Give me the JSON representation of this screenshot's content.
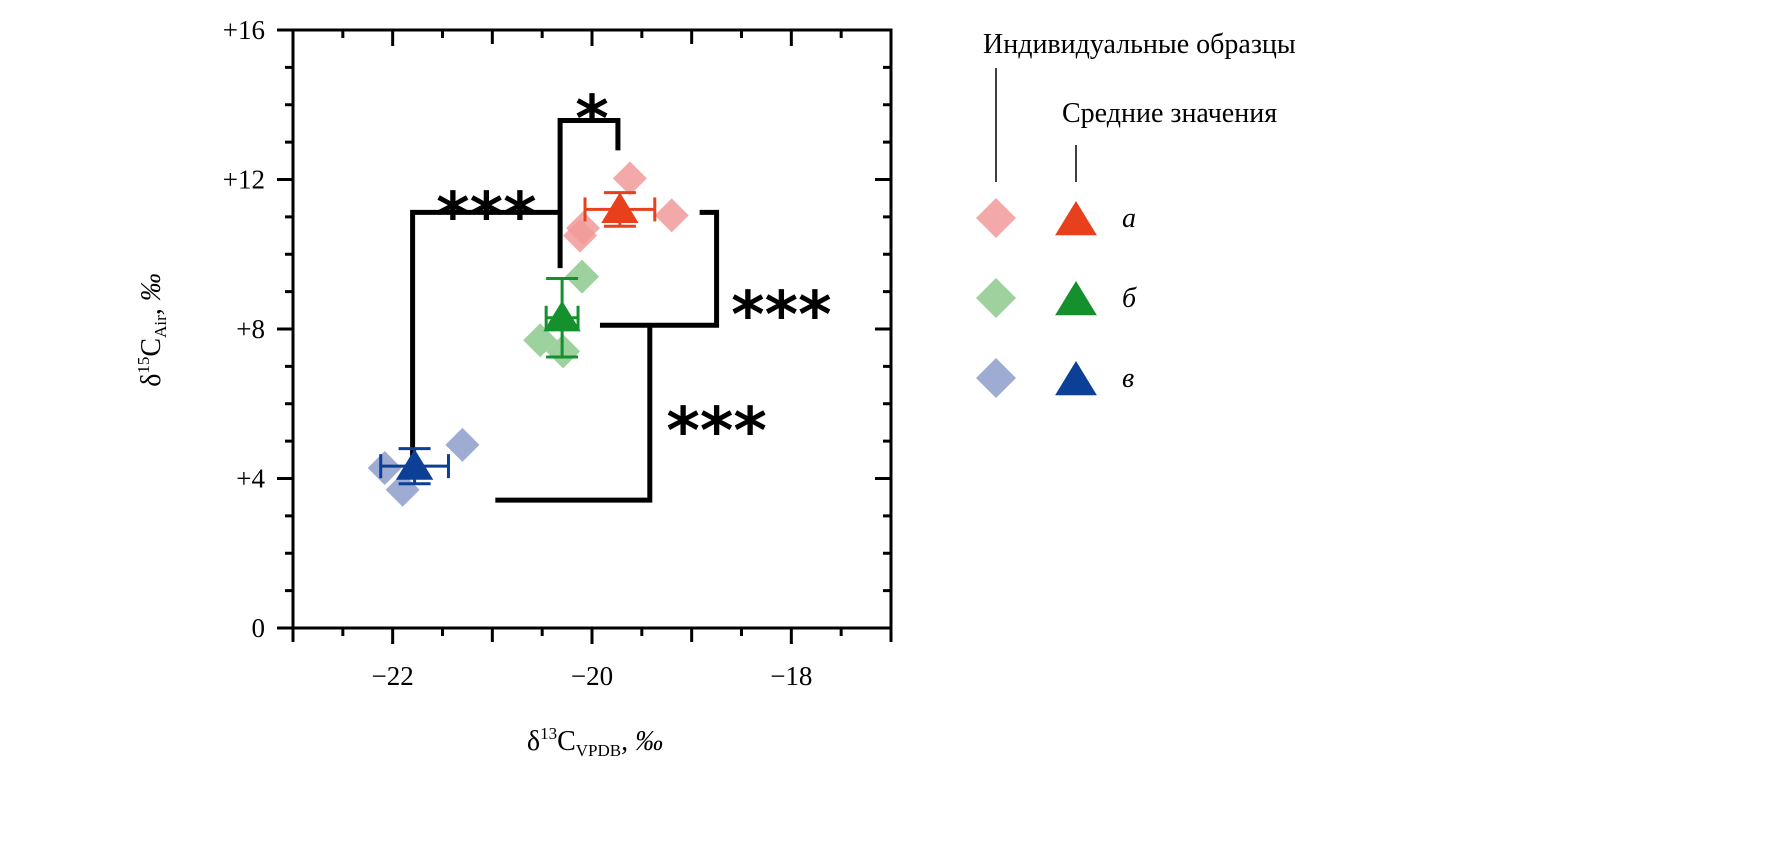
{
  "chart_data": {
    "type": "scatter",
    "title": "",
    "xlabel": {
      "symbol": "δ",
      "sup": "13",
      "main": "C",
      "sub": "VPDB",
      "unit": ", ‰"
    },
    "ylabel": {
      "symbol": "δ",
      "sup": "15",
      "main": "C",
      "sub": "Air",
      "unit": ", ‰"
    },
    "xlim": [
      -23,
      -17
    ],
    "ylim": [
      0,
      16
    ],
    "x_ticks": [
      -22,
      -20,
      -18
    ],
    "x_tick_labels": [
      "−22",
      "−20",
      "−18"
    ],
    "y_ticks": [
      0,
      4,
      8,
      12,
      16
    ],
    "y_tick_labels": [
      "0",
      "+4",
      "+8",
      "+12",
      "+16"
    ],
    "grid": false,
    "legend": {
      "placement": "right",
      "header_individual": "Индивидуальные образцы",
      "header_mean": "Средние значения",
      "entries": [
        "а",
        "б",
        "в"
      ]
    },
    "series": [
      {
        "name": "а",
        "individual_color": "#f19a9a",
        "mean_color": "#e8401c",
        "points": [
          [
            -19.62,
            12.03
          ],
          [
            -19.2,
            11.04
          ],
          [
            -20.09,
            10.7
          ],
          [
            -20.12,
            10.5
          ]
        ],
        "mean": [
          -19.72,
          11.2
        ],
        "xerr": 0.35,
        "yerr": 0.45
      },
      {
        "name": "б",
        "individual_color": "#8cc98c",
        "mean_color": "#14902c",
        "points": [
          [
            -20.1,
            9.4
          ],
          [
            -20.52,
            7.7
          ],
          [
            -20.29,
            7.4
          ]
        ],
        "mean": [
          -20.3,
          8.3
        ],
        "xerr": 0.16,
        "yerr": 1.05
      },
      {
        "name": "в",
        "individual_color": "#8d9ccb",
        "mean_color": "#0c3f96",
        "points": [
          [
            -21.3,
            4.9
          ],
          [
            -22.08,
            4.28
          ],
          [
            -21.9,
            3.7
          ]
        ],
        "mean": [
          -21.78,
          4.33
        ],
        "xerr": 0.34,
        "yerr": 0.47
      }
    ],
    "annotations": [
      {
        "label": "*",
        "path": [
          [
            -20.32,
            9.63
          ],
          [
            -20.32,
            13.58
          ],
          [
            -19.74,
            13.58
          ],
          [
            -19.74,
            12.78
          ]
        ],
        "text_at": [
          -20.0,
          14.1
        ]
      },
      {
        "label": "***",
        "path": [
          [
            -21.8,
            4.36
          ],
          [
            -21.8,
            11.12
          ],
          [
            -20.32,
            11.12
          ]
        ],
        "text_at": [
          -21.06,
          11.5
        ]
      },
      {
        "label": "***",
        "path": [
          [
            -18.92,
            11.12
          ],
          [
            -18.75,
            11.12
          ],
          [
            -18.75,
            8.1
          ],
          [
            -19.92,
            8.1
          ]
        ],
        "text_at": [
          -18.1,
          8.85
        ]
      },
      {
        "label": "***",
        "path": [
          [
            -19.42,
            8.1
          ],
          [
            -19.42,
            3.42
          ],
          [
            -20.97,
            3.42
          ]
        ],
        "text_at": [
          -18.75,
          5.75
        ]
      }
    ]
  }
}
